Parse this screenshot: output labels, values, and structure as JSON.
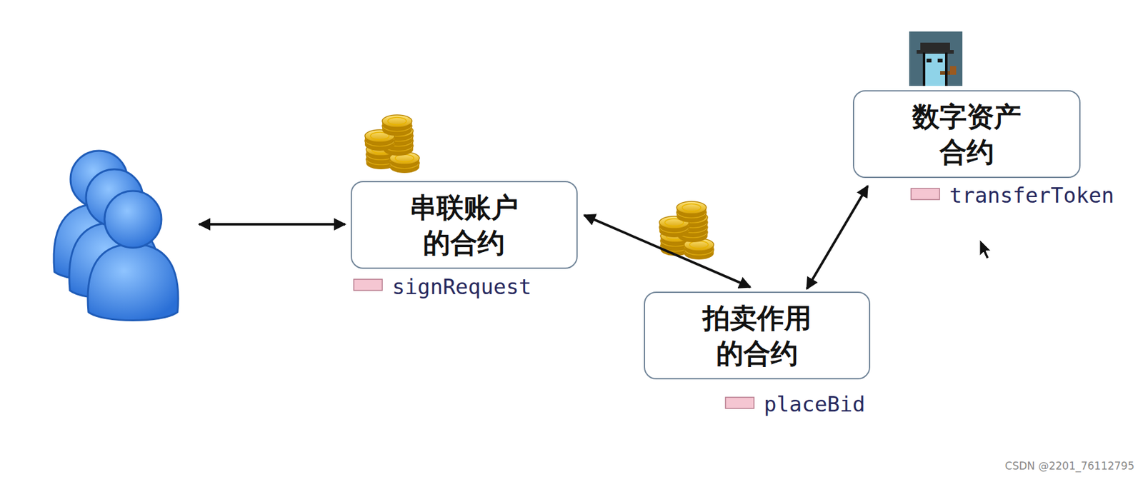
{
  "diagram": {
    "nodes": [
      {
        "text": [
          "串联账户 的合约"
        ]
      },
      {
        "text": [
          "拍卖作用 的合约"
        ]
      },
      {
        "text": [
          "数字资产 合约"
        ]
      }
    ],
    "edges": [
      {
        "from": 0,
        "to": 1,
        "arrow": "both"
      },
      {
        "from": 1,
        "to": 2,
        "arrow": "both"
      }
    ],
    "labels": [
      "signRequest",
      "placeBid",
      "transferToken",
      "CSDN @2201_76112795"
    ]
  }
}
